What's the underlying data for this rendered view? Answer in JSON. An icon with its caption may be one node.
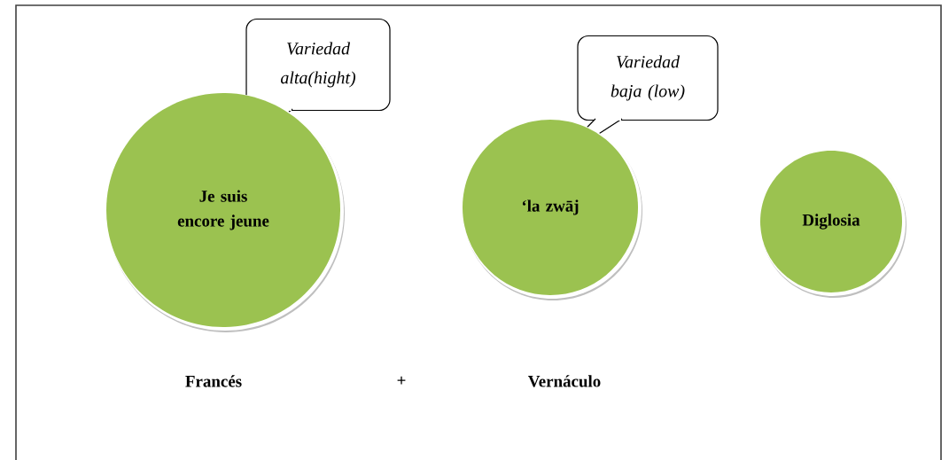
{
  "diagram": {
    "nodes": [
      {
        "text": [
          "Variedad alta(hight)"
        ]
      },
      {
        "text": [
          "Je suis encore jeune"
        ]
      },
      {
        "text": [
          "Variedad baja (low)"
        ]
      },
      {
        "text": [
          "‘la zwāj"
        ]
      },
      {
        "text": [
          "Diglosia"
        ]
      }
    ],
    "labels": [
      "Francés",
      "+",
      "Vernáculo"
    ]
  }
}
